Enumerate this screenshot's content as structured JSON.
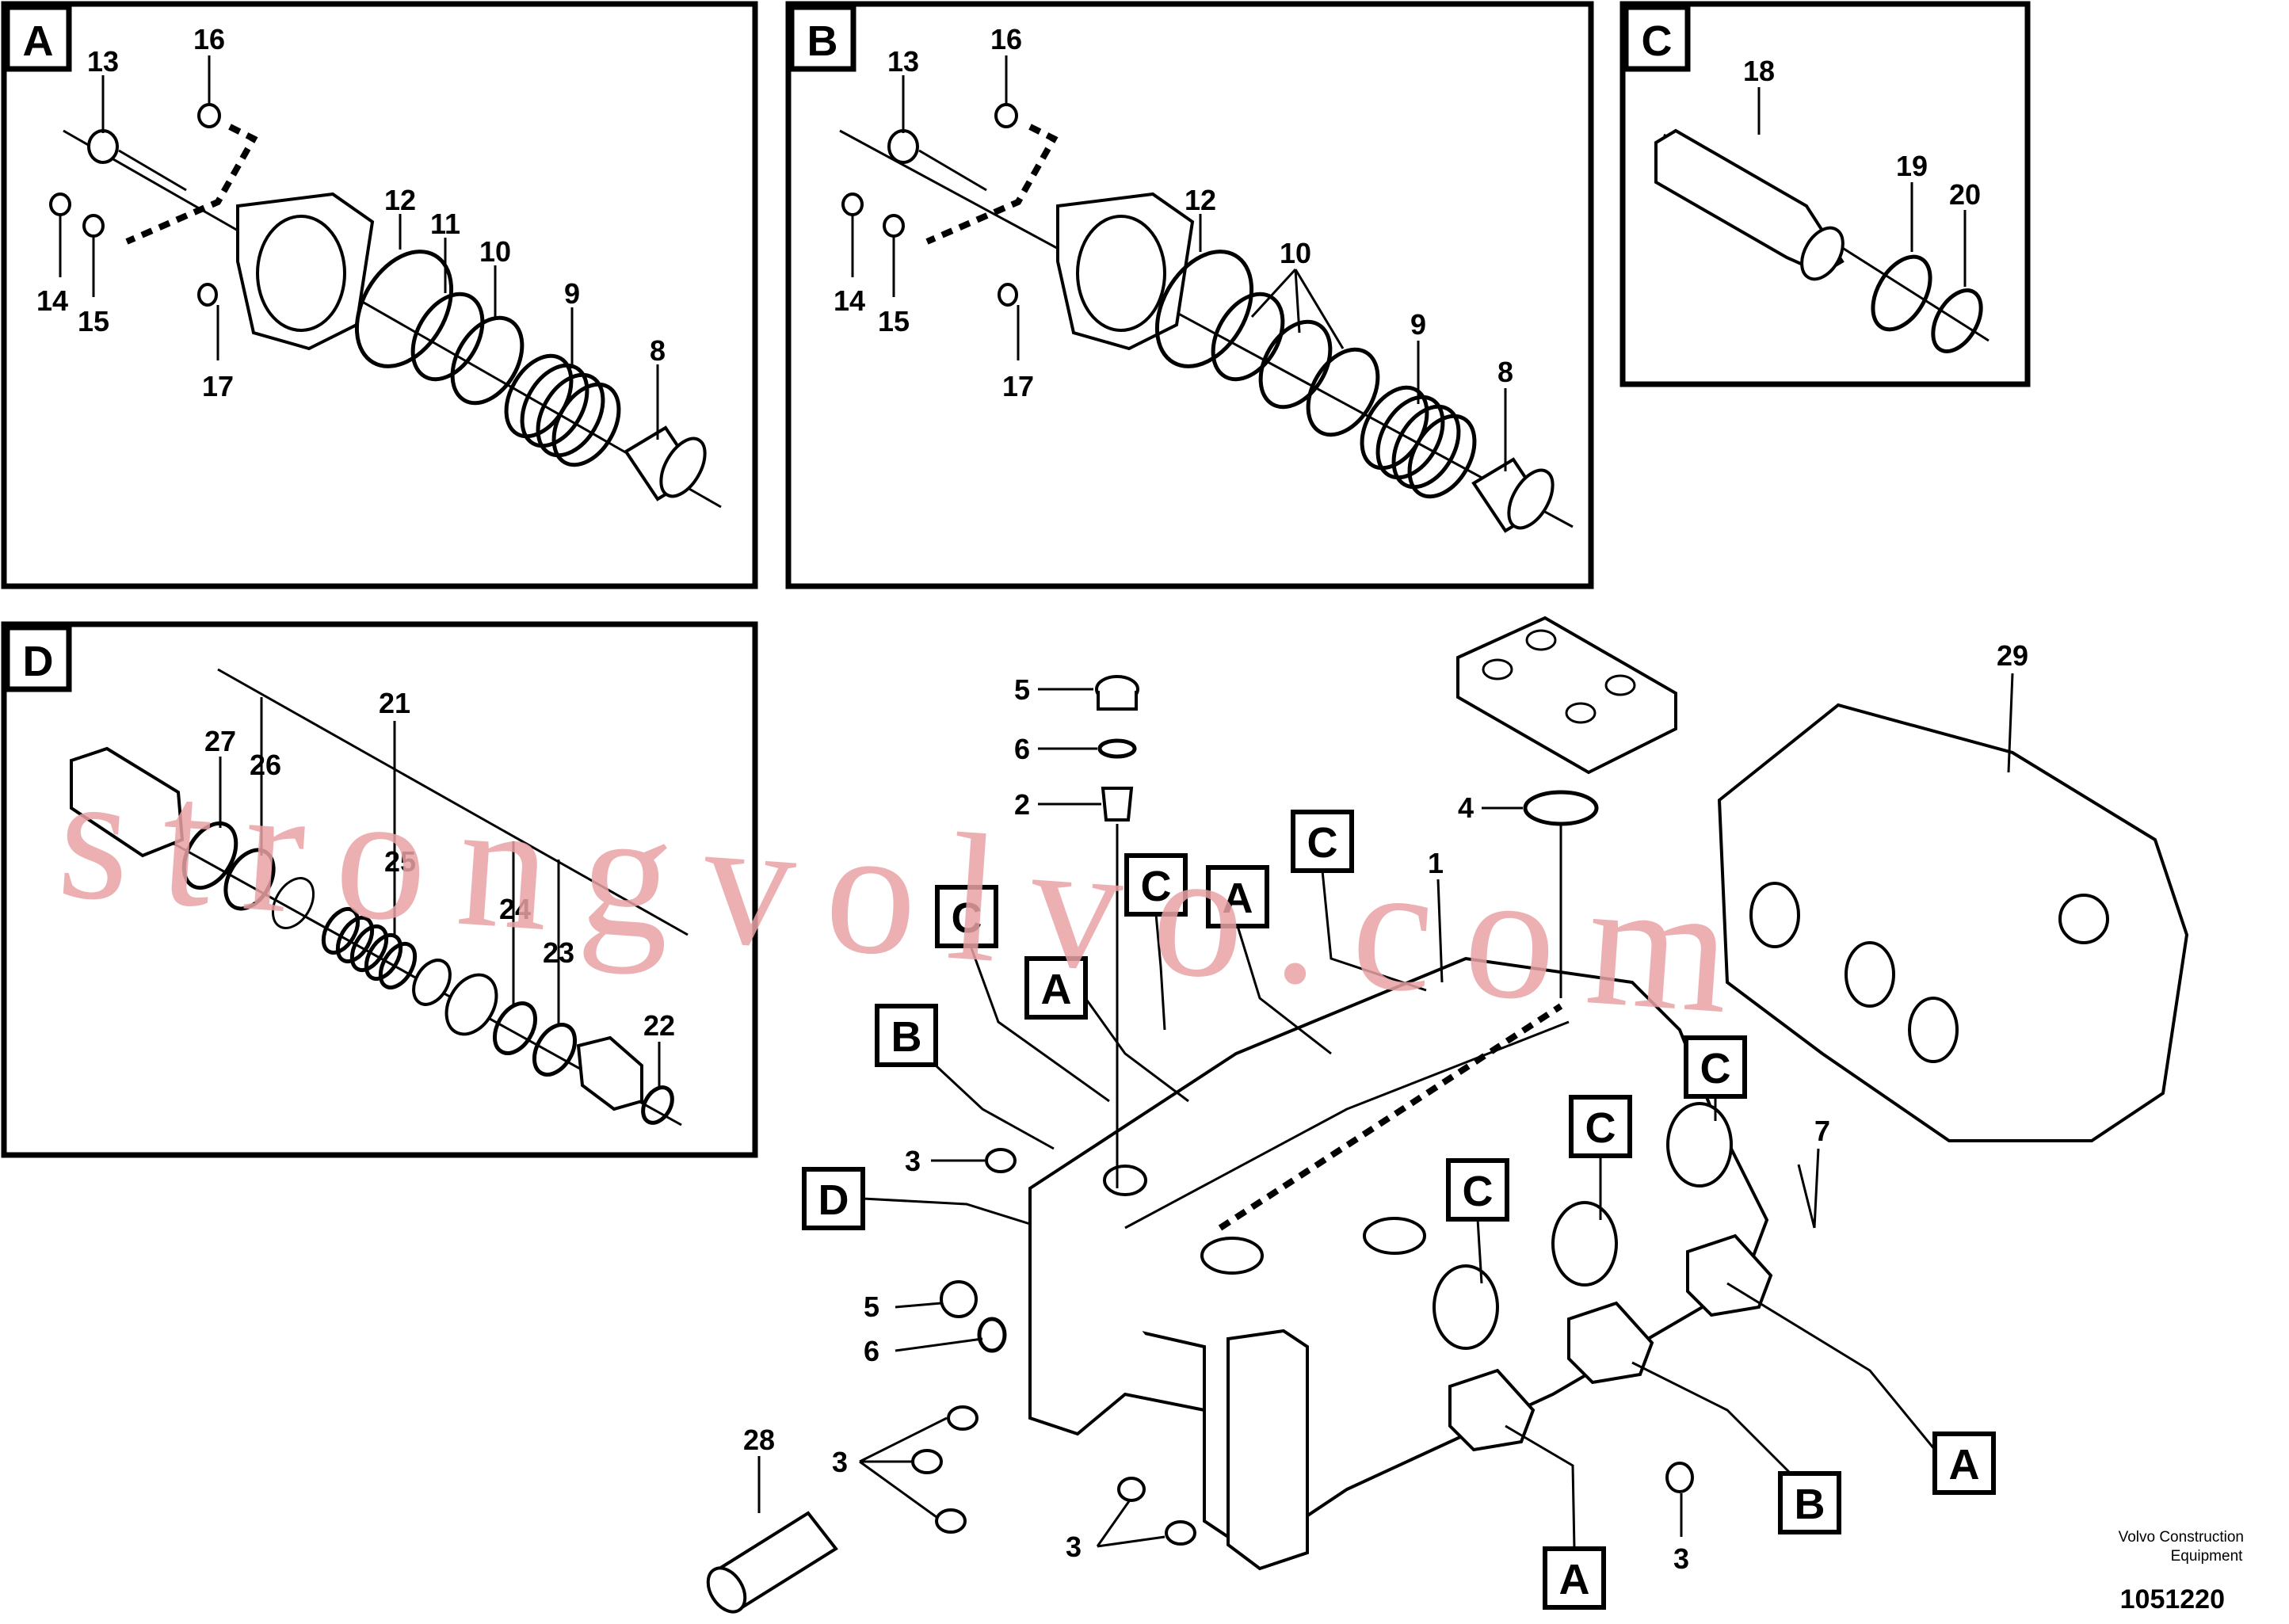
{
  "panels": {
    "a": {
      "letter": "A",
      "labels": [
        "13",
        "16",
        "12",
        "11",
        "10",
        "9",
        "8",
        "14",
        "15",
        "17"
      ]
    },
    "b": {
      "letter": "B",
      "labels": [
        "13",
        "16",
        "12",
        "10",
        "9",
        "8",
        "14",
        "15",
        "17"
      ]
    },
    "c": {
      "letter": "C",
      "labels": [
        "18",
        "19",
        "20"
      ]
    },
    "d": {
      "letter": "D",
      "labels": [
        "27",
        "26",
        "21",
        "25",
        "24",
        "23",
        "22"
      ]
    }
  },
  "main": {
    "labels": [
      "5",
      "6",
      "2",
      "4",
      "1",
      "29",
      "3",
      "5",
      "6",
      "3",
      "28",
      "3",
      "3",
      "7",
      "3"
    ],
    "callouts": [
      "C",
      "C",
      "A",
      "C",
      "A",
      "B",
      "D",
      "C",
      "C",
      "C",
      "A",
      "B",
      "A"
    ]
  },
  "watermark": "strongvolvo.com",
  "footer": {
    "maker_line1": "Volvo Construction",
    "maker_line2": "Equipment",
    "part_number": "1051220"
  }
}
